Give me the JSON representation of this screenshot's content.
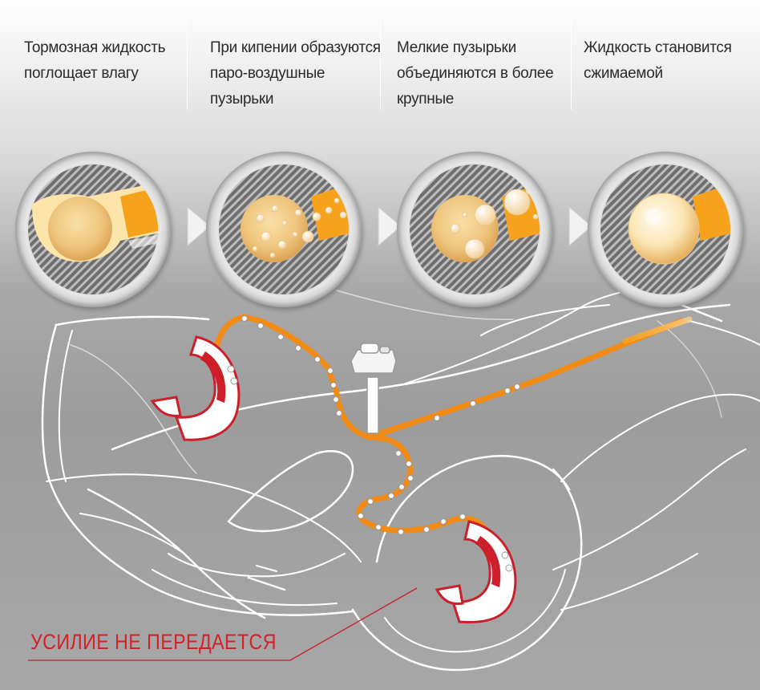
{
  "stages": [
    {
      "caption": "Тормозная жидкость поглощает влагу"
    },
    {
      "caption": "При кипении образуются паро-воздушные пузырьки"
    },
    {
      "caption": "Мелкие пузырьки объединяются в более крупные"
    },
    {
      "caption": "Жидкость становится сжимаемой"
    }
  ],
  "warning_label": "УСИЛИЕ НЕ ПЕРЕДАЕТСЯ",
  "colors": {
    "fluid_orange": "#f28a16",
    "caliper_red": "#cc1f2a",
    "car_outline": "#ffffff",
    "background_gray": "#a0a0a0"
  }
}
